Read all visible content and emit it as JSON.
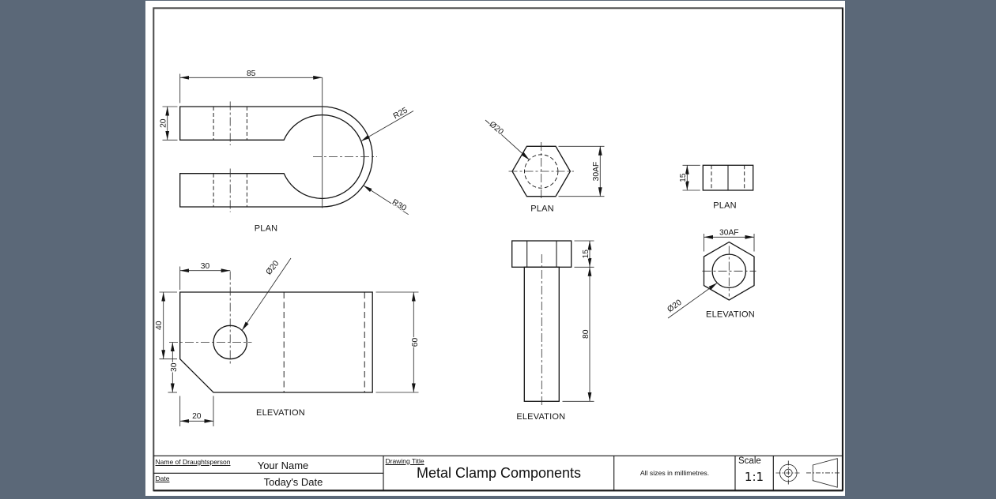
{
  "canvas": {
    "background": "#5b6878",
    "sheet_color": "#ffffff"
  },
  "views": {
    "clamp_plan": {
      "label": "PLAN",
      "dim_length": "85",
      "dim_arm_width": "20",
      "dim_inner_radius": "R25",
      "dim_outer_radius": "R30"
    },
    "clamp_elevation": {
      "label": "ELEVATION",
      "dim_hole_offset": "30",
      "dim_hole_dia": "Ø20",
      "dim_upper_height": "40",
      "dim_lower_height": "30",
      "dim_chamfer": "20",
      "dim_total_height": "60"
    },
    "nut_plan": {
      "label": "PLAN",
      "dim_hole_dia": "Ø20",
      "dim_across_flats": "30AF"
    },
    "bolt_elevation": {
      "label": "ELEVATION",
      "dim_head_height": "15",
      "dim_shank_length": "80"
    },
    "nut_side_plan": {
      "label": "PLAN",
      "dim_thickness": "15"
    },
    "nut_elevation": {
      "label": "ELEVATION",
      "dim_across_flats": "30AF",
      "dim_hole_dia": "Ø20"
    }
  },
  "title_block": {
    "name_label": "Name of Draughtsperson",
    "name_value": "Your Name",
    "date_label": "Date",
    "date_value": "Today's Date",
    "drawing_title_label": "Drawing Title",
    "drawing_title_value": "Metal Clamp Components",
    "units_note": "All sizes in millimetres.",
    "scale_label": "Scale",
    "scale_value": "1:1"
  }
}
